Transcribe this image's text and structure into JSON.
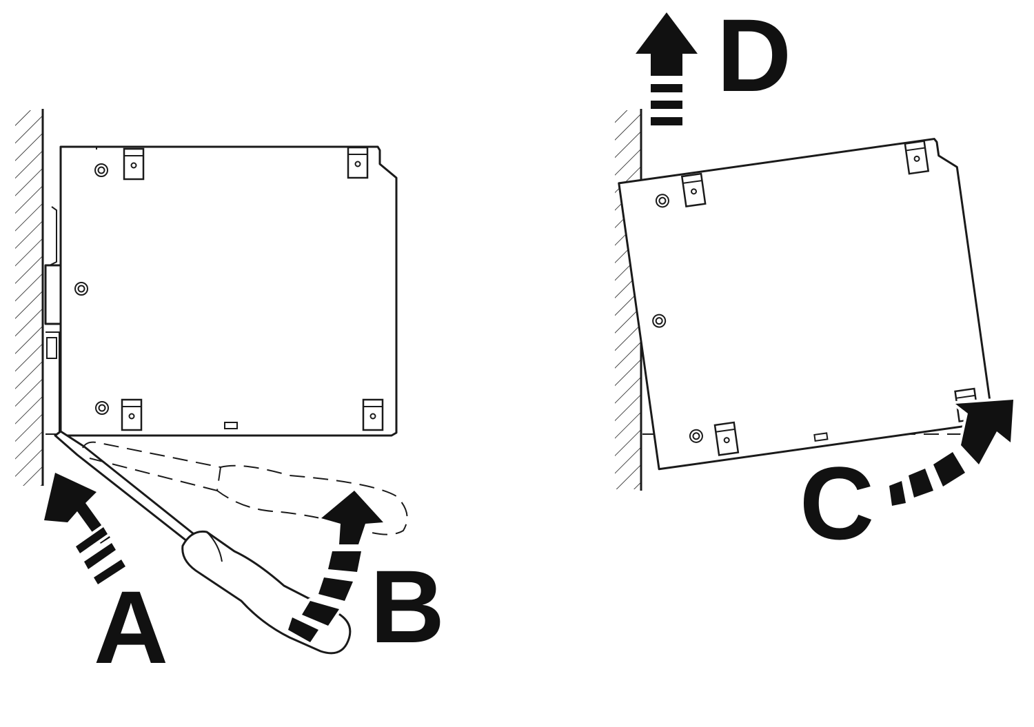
{
  "labels": {
    "a": "A",
    "b": "B",
    "c": "C",
    "d": "D"
  },
  "colors": {
    "ink": "#111111",
    "paper": "#ffffff"
  },
  "icons": {
    "screw": "screw-icon",
    "screwdriver": "screwdriver-icon",
    "clip": "din-rail-clip-icon"
  }
}
